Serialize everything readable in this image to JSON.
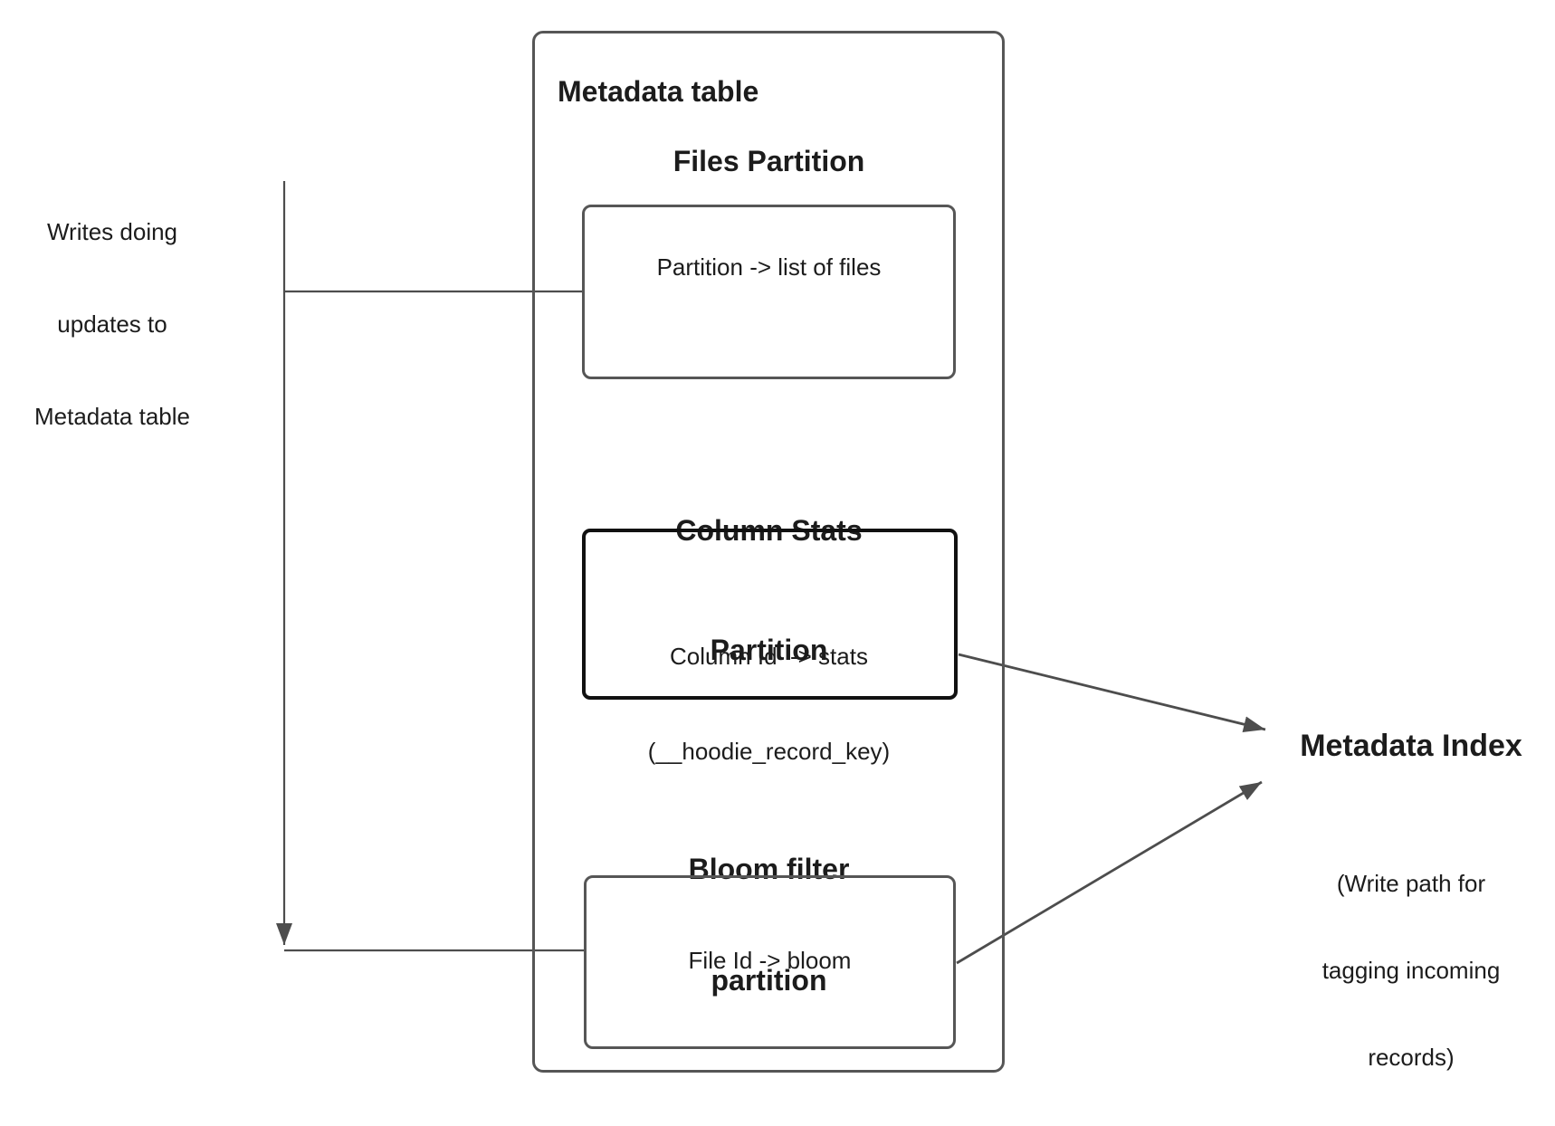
{
  "colors": {
    "background": "#ffffff",
    "connector_line": "#4d4d4d",
    "box_border": "#565656",
    "stats_box_border": "#111111",
    "text": "#1c1c1c"
  },
  "writes_note": {
    "lines": [
      "Writes doing",
      "updates to",
      "Metadata table"
    ]
  },
  "metadata_table": {
    "title": "Metadata table",
    "files_partition": {
      "heading": "Files Partition",
      "mapping": "Partition -> list of files"
    },
    "column_stats_partition": {
      "heading_lines": [
        "Column Stats",
        "Partition"
      ],
      "mapping_lines": [
        "Column Id  -> stats",
        "(__hoodie_record_key)"
      ]
    },
    "bloom_filter_partition": {
      "heading_lines": [
        "Bloom filter",
        "partition"
      ],
      "mapping": "File Id -> bloom"
    }
  },
  "metadata_index": {
    "title": "Metadata Index",
    "subtitle_lines": [
      "(Write path for",
      "tagging incoming",
      "records)"
    ]
  }
}
